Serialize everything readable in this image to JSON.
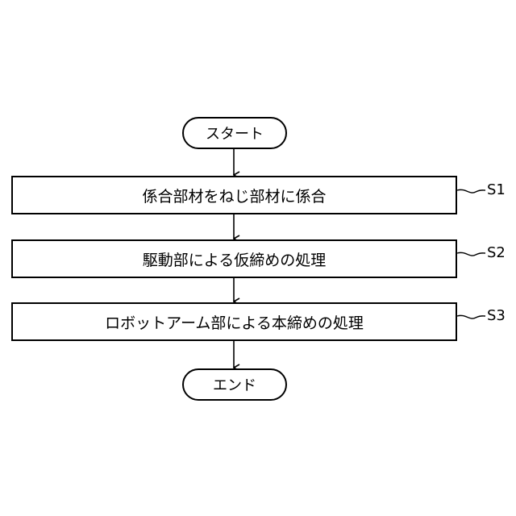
{
  "flowchart": {
    "start_label": "スタート",
    "end_label": "エンド",
    "steps": [
      {
        "id": "S1",
        "text": "係合部材をねじ部材に係合"
      },
      {
        "id": "S2",
        "text": "駆動部による仮締めの処理"
      },
      {
        "id": "S3",
        "text": "ロボットアーム部による本締めの処理"
      }
    ]
  }
}
